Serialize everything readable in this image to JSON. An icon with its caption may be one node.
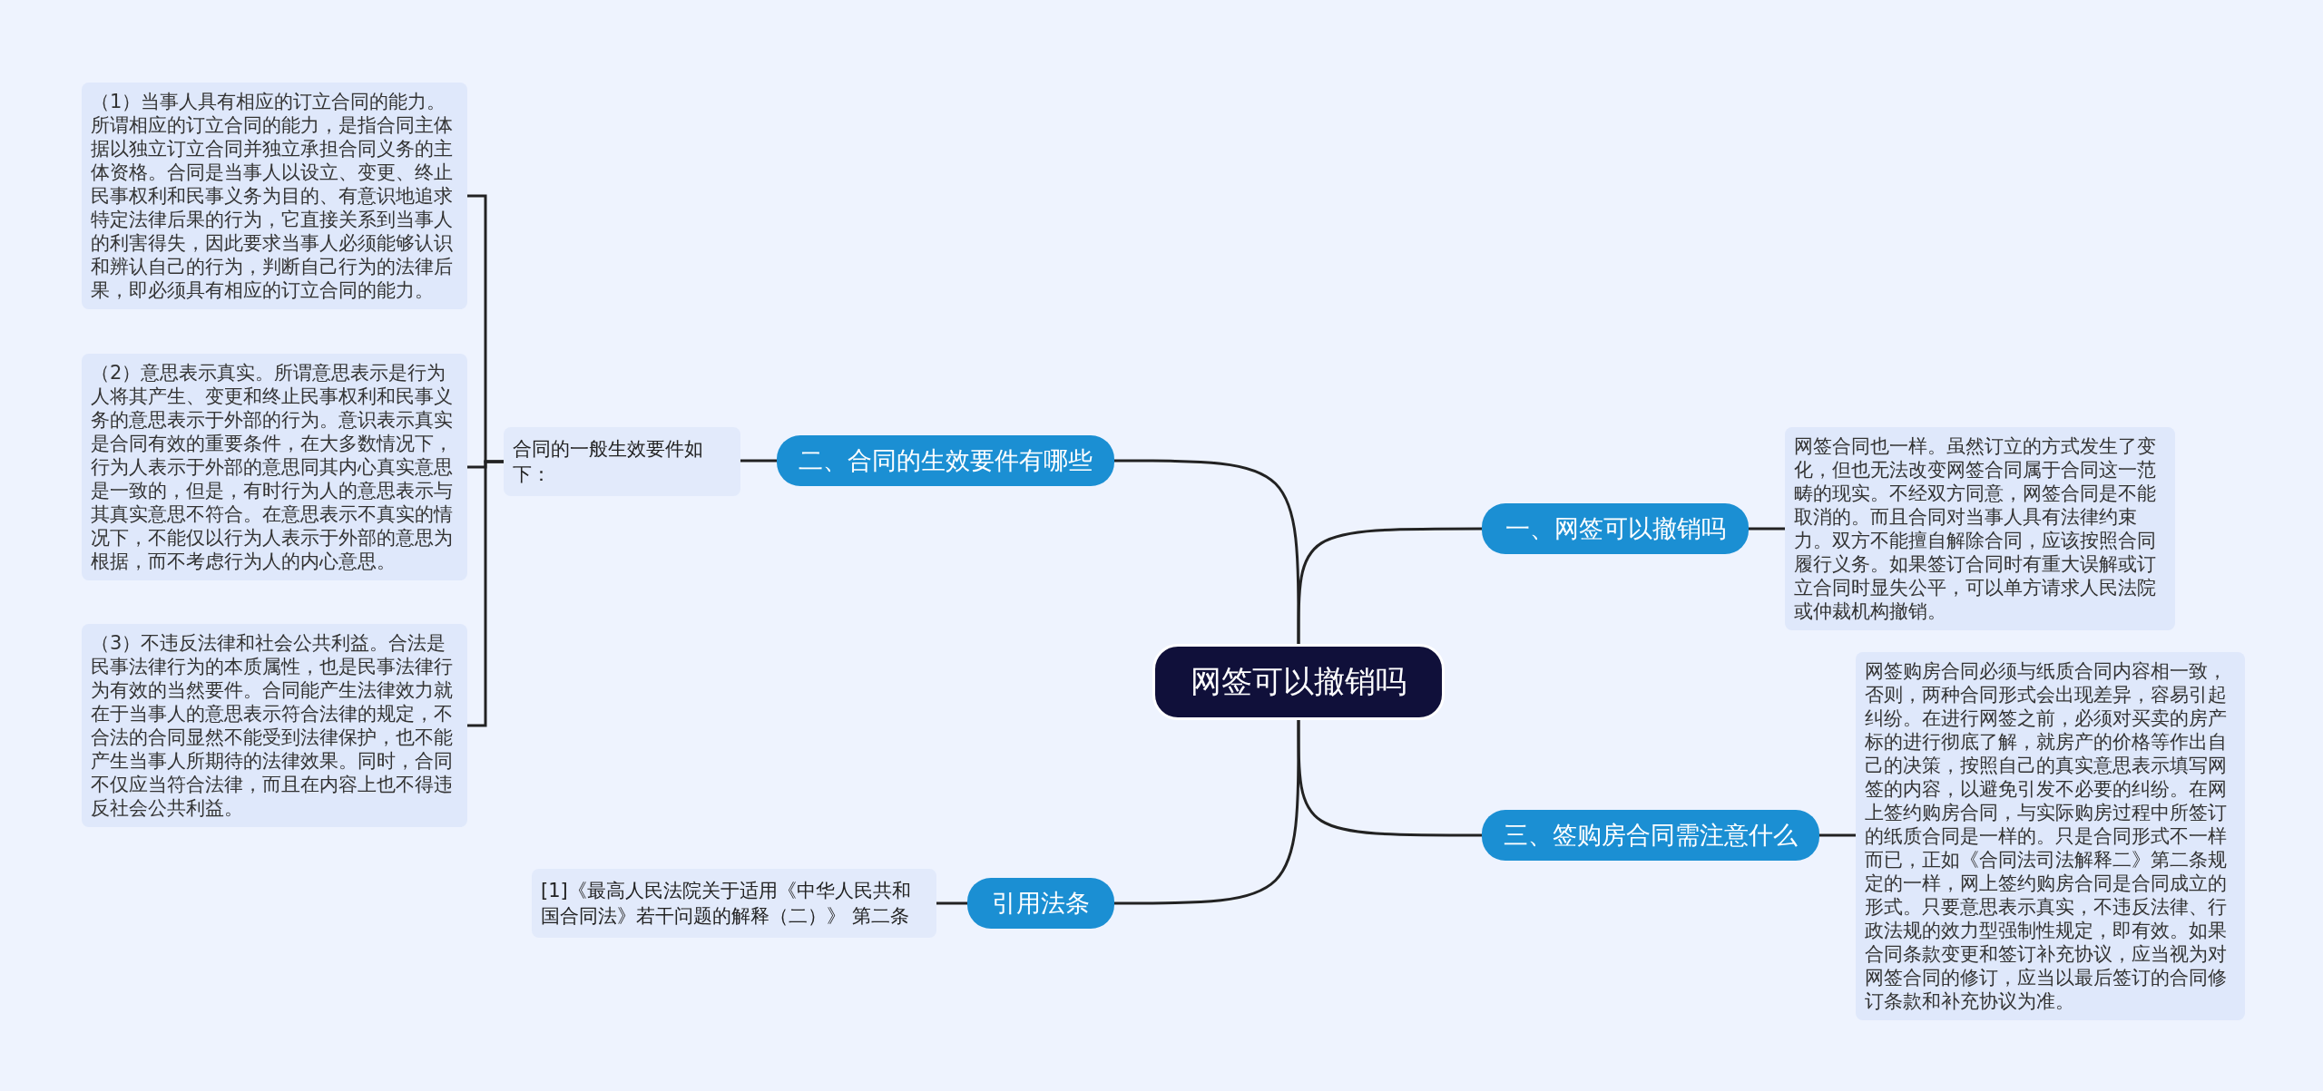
{
  "diagram": {
    "nodes": [
      {
        "text": [
          "网签可以撤销吗"
        ]
      },
      {
        "text": [
          "二、合同的生效要件有哪些"
        ]
      },
      {
        "text": [
          "合同的一般生效要件如下："
        ]
      },
      {
        "text": [
          "（1）当事人具有相应的订立合同的能力。所谓相应的订立合同的能力，是指合同主体据以独立订立合同并独立承担合同义务的主体资格。合同是当事人以设立、变更、终止民事权利和民事义务为目的、有意识地追求特定法律后果的行为，它直接关系到当事人的利害得失，因此要求当事人必须能够认识和辨认自己的行为，判断自己行为的法律后果，即必须具有相应的订立合同的能力。"
        ]
      },
      {
        "text": [
          "（2）意思表示真实。所谓意思表示是行为人将其产生、变更和终止民事权利和民事义务的意思表示于外部的行为。意识表示真实是合同有效的重要条件，在大多数情况下，行为人表示于外部的意思同其内心真实意思是一致的，但是，有时行为人的意思表示与其真实意思不符合。在意思表示不真实的情况下，不能仅以行为人表示于外部的意思为根据，而不考虑行为人的内心意思。"
        ]
      },
      {
        "text": [
          "（3）不违反法律和社会公共利益。合法是民事法律行为的本质属性，也是民事法律行为有效的当然要件。合同能产生法律效力就在于当事人的意思表示符合法律的规定，不合法的合同显然不能受到法律保护，也不能产生当事人所期待的法律效果。同时，合同不仅应当符合法律，而且在内容上也不得违反社会公共利益。"
        ]
      },
      {
        "text": [
          "引用法条"
        ]
      },
      {
        "text": [
          "[1]《最高人民法院关于适用《中华人民共和国合同法》若干问题的解释（二）》 第二条"
        ]
      },
      {
        "text": [
          "一、网签可以撤销吗"
        ]
      },
      {
        "text": [
          "网签合同也一样。虽然订立的方式发生了变化，但也无法改变网签合同属于合同这一范畴的现实。不经双方同意，网签合同是不能取消的。而且合同对当事人具有法律约束力。双方不能擅自解除合同，应该按照合同履行义务。如果签订合同时有重大误解或订立合同时显失公平，可以单方请求人民法院或仲裁机构撤销。"
        ]
      },
      {
        "text": [
          "三、签购房合同需注意什么"
        ]
      },
      {
        "text": [
          "网签购房合同必须与纸质合同内容相一致，否则，两种合同形式会出现差异，容易引起纠纷。在进行网签之前，必须对买卖的房产标的进行彻底了解，就房产的价格等作出自己的决策，按照自己的真实意思表示填写网签的内容，以避免引发不必要的纠纷。在网上签约购房合同，与实际购房过程中所签订的纸质合同是一样的。只是合同形式不一样而已，正如《合同法司法解释二》第二条规定的一样，网上签约购房合同是合同成立的形式。只要意思表示真实，不违反法律、行政法规的效力型强制性规定，即有效。如果合同条款变更和签订补充协议，应当视为对网签合同的修订，应当以最后签订的合同修订条款和补充协议为准。"
        ]
      }
    ],
    "edges": [
      {
        "from": 0,
        "to": 1,
        "arrow": "none"
      },
      {
        "from": 1,
        "to": 2,
        "arrow": "none"
      },
      {
        "from": 2,
        "to": 3,
        "arrow": "none"
      },
      {
        "from": 2,
        "to": 4,
        "arrow": "none"
      },
      {
        "from": 2,
        "to": 5,
        "arrow": "none"
      },
      {
        "from": 0,
        "to": 6,
        "arrow": "none"
      },
      {
        "from": 6,
        "to": 7,
        "arrow": "none"
      },
      {
        "from": 0,
        "to": 8,
        "arrow": "none"
      },
      {
        "from": 8,
        "to": 9,
        "arrow": "none"
      },
      {
        "from": 0,
        "to": 10,
        "arrow": "none"
      },
      {
        "from": 10,
        "to": 11,
        "arrow": "none"
      }
    ]
  }
}
